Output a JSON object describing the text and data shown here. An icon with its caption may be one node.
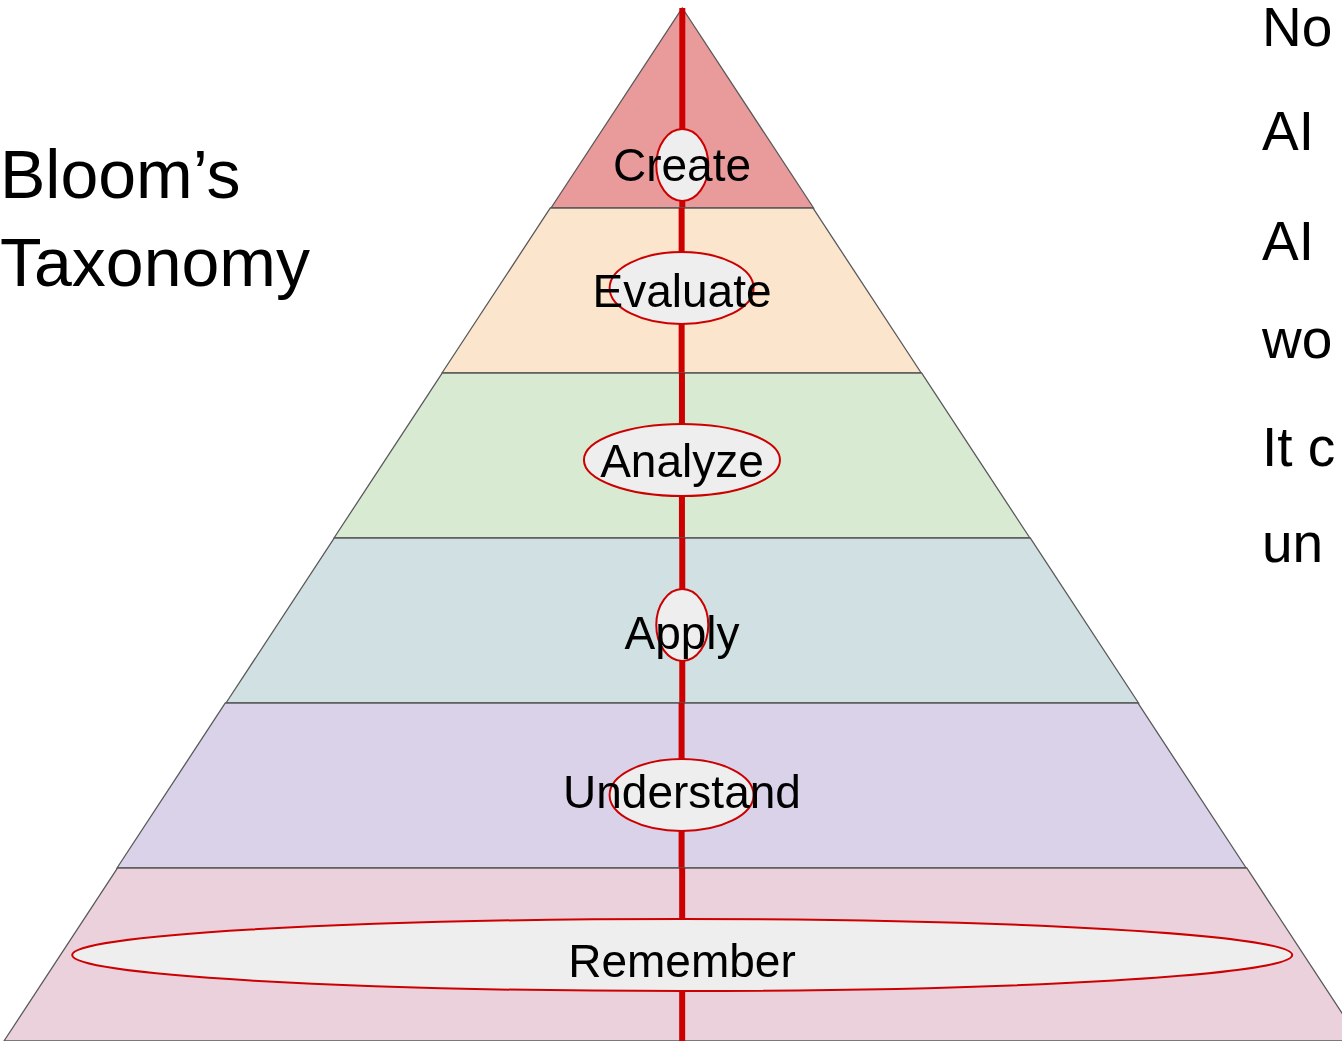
{
  "diagram": {
    "title": "Bloom’s Taxonomy",
    "nodes": [
      {
        "text": [
          "Create"
        ]
      },
      {
        "text": [
          "Evaluate"
        ]
      },
      {
        "text": [
          "Analyze"
        ]
      },
      {
        "text": [
          "Apply"
        ]
      },
      {
        "text": [
          "Understand"
        ]
      },
      {
        "text": [
          "Remember"
        ]
      }
    ],
    "labels": [
      "No",
      "AI",
      "AI",
      "wo",
      "It c",
      "un"
    ]
  }
}
